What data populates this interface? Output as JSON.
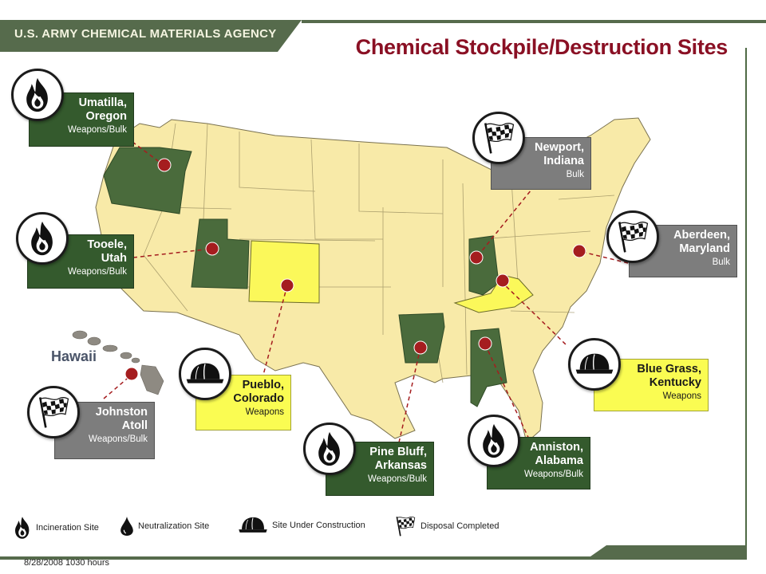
{
  "agency": "U.S. ARMY CHEMICAL MATERIALS AGENCY",
  "title": "Chemical Stockpile/Destruction Sites",
  "hawaii_label": "Hawaii",
  "colors": {
    "incineration_box": "#345a2d",
    "completed_box": "#7d7d7d",
    "construction_box": "#fafc52",
    "state_base": "#f8eaa8",
    "state_highlight_green": "#4a6b3c",
    "state_highlight_yellow": "#fbf85a",
    "site_dot": "#a51d1f",
    "title_red": "#8a1024"
  },
  "sites": [
    {
      "name": "Umatilla,\nOregon",
      "type": "Weapons/Bulk",
      "status": "incineration",
      "icon": "flame-icon"
    },
    {
      "name": "Tooele,\nUtah",
      "type": "Weapons/Bulk",
      "status": "incineration",
      "icon": "flame-icon"
    },
    {
      "name": "Johnston\nAtoll",
      "type": "Weapons/Bulk",
      "status": "disposal-completed",
      "icon": "checkered-flag-icon"
    },
    {
      "name": "Pueblo,\nColorado",
      "type": "Weapons",
      "status": "under-construction",
      "icon": "hard-hat-icon"
    },
    {
      "name": "Pine Bluff,\nArkansas",
      "type": "Weapons/Bulk",
      "status": "incineration",
      "icon": "flame-icon"
    },
    {
      "name": "Anniston,\nAlabama",
      "type": "Weapons/Bulk",
      "status": "incineration",
      "icon": "flame-icon"
    },
    {
      "name": "Newport,\nIndiana",
      "type": "Bulk",
      "status": "disposal-completed",
      "icon": "checkered-flag-icon"
    },
    {
      "name": "Aberdeen,\nMaryland",
      "type": "Bulk",
      "status": "disposal-completed",
      "icon": "checkered-flag-icon"
    },
    {
      "name": "Blue Grass,\nKentucky",
      "type": "Weapons",
      "status": "under-construction",
      "icon": "hard-hat-icon"
    }
  ],
  "legend": [
    {
      "label": "Incineration Site",
      "icon": "flame-icon"
    },
    {
      "label": "Neutralization Site",
      "icon": "droplet-icon"
    },
    {
      "label": "Site Under Construction",
      "icon": "hard-hat-icon"
    },
    {
      "label": "Disposal Completed",
      "icon": "checkered-flag-icon"
    }
  ],
  "timestamp": "8/28/2008 1030 hours"
}
